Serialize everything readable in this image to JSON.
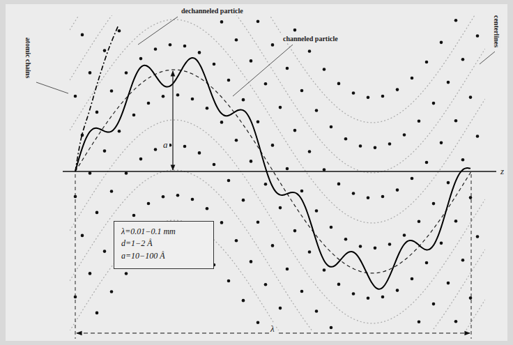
{
  "diagram": {
    "nodes": [
      {
        "text": [
          "λ=0.01−0.1 mm",
          "d=1−2 Å",
          "a=10−100 Å"
        ]
      }
    ],
    "labels": [
      "dechanneled particle",
      "channeled particle",
      "atomic chains",
      "centerlines",
      "z",
      "a",
      "λ"
    ]
  }
}
